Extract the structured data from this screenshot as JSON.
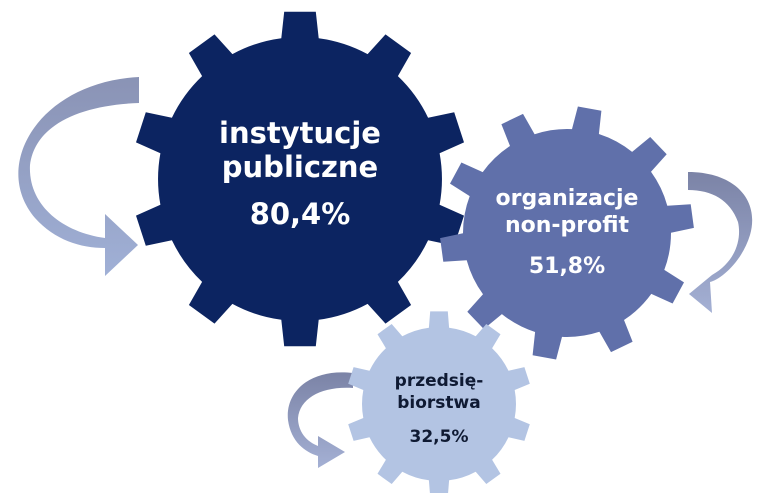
{
  "gears": [
    {
      "id": "instytucje",
      "label_lines": [
        "instytucje",
        "publiczne"
      ],
      "value": "80,4%",
      "color": "#0c2461",
      "text_color": "#ffffff"
    },
    {
      "id": "organizacje",
      "label_lines": [
        "organizacje",
        "non-profit"
      ],
      "value": "51,8%",
      "color": "#6070aa",
      "text_color": "#ffffff"
    },
    {
      "id": "przedsiebiorstwa",
      "label_lines": [
        "przedsię-",
        "biorstwa"
      ],
      "value": "32,5%",
      "color": "#b3c4e3",
      "text_color": "#0f1a33"
    }
  ],
  "arrows": [
    {
      "id": "arrow-large",
      "color_top": "#8a93b5",
      "color_bottom": "#a0b0d6"
    },
    {
      "id": "arrow-medium",
      "color_top": "#7b83a6",
      "color_bottom": "#a4b0d4"
    },
    {
      "id": "arrow-small",
      "color_top": "#7b83a6",
      "color_bottom": "#a4b0d4"
    }
  ]
}
